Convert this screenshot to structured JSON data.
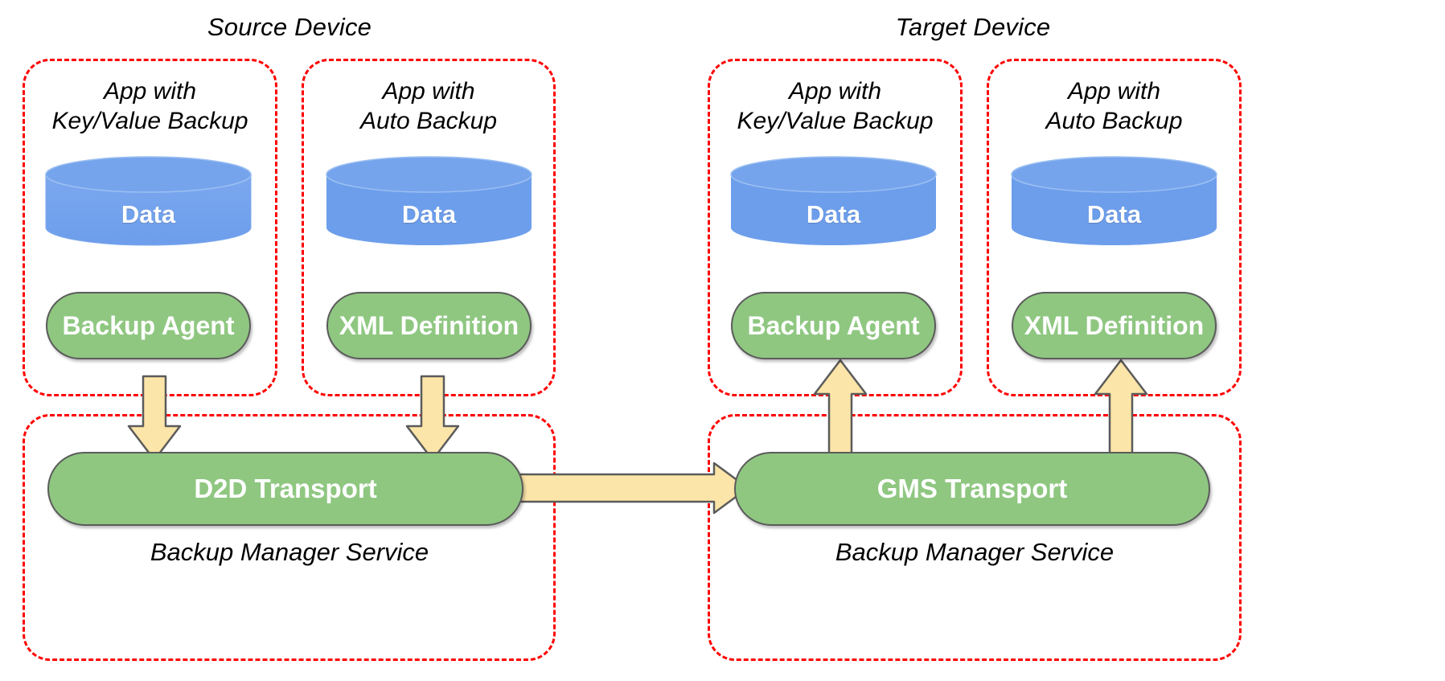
{
  "diagram": {
    "title_left": "Source Device",
    "title_right": "Target Device",
    "colors": {
      "dashed_border": "#ff0000",
      "cylinder_fill": "#6D9EEB",
      "pill_fill": "#8FC781",
      "pill_stroke": "#5b5b5b",
      "arrow_fill": "#FCE5A8",
      "arrow_stroke": "#5b5b5b",
      "text_on_shape": "#ffffff",
      "text_plain": "#000000"
    },
    "devices": [
      {
        "name": "Source Device",
        "apps": [
          {
            "label_line1": "App with",
            "label_line2": "Key/Value Backup",
            "data_label": "Data",
            "component_label": "Backup Agent"
          },
          {
            "label_line1": "App with",
            "label_line2": "Auto Backup",
            "data_label": "Data",
            "component_label": "XML Definition"
          }
        ],
        "service": {
          "transport_label": "D2D Transport",
          "service_label": "Backup Manager Service"
        }
      },
      {
        "name": "Target Device",
        "apps": [
          {
            "label_line1": "App with",
            "label_line2": "Key/Value Backup",
            "data_label": "Data",
            "component_label": "Backup Agent"
          },
          {
            "label_line1": "App with",
            "label_line2": "Auto Backup",
            "data_label": "Data",
            "component_label": "XML Definition"
          }
        ],
        "service": {
          "transport_label": "GMS Transport",
          "service_label": "Backup Manager Service"
        }
      }
    ],
    "flows": [
      {
        "from": "Backup Agent (source)",
        "to": "D2D Transport",
        "direction": "down"
      },
      {
        "from": "XML Definition (source)",
        "to": "D2D Transport",
        "direction": "down"
      },
      {
        "from": "D2D Transport",
        "to": "GMS Transport",
        "direction": "right"
      },
      {
        "from": "GMS Transport",
        "to": "Backup Agent (target)",
        "direction": "up"
      },
      {
        "from": "GMS Transport",
        "to": "XML Definition (target)",
        "direction": "up"
      }
    ]
  }
}
